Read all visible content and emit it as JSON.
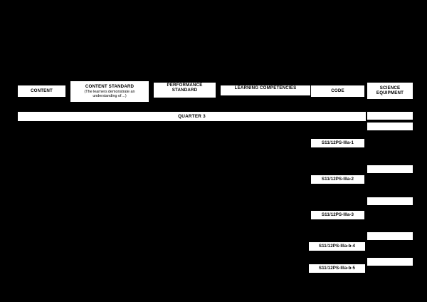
{
  "document": {
    "type": "curriculum-guide-table",
    "background_color": "#000000",
    "cell_color": "#ffffff",
    "text_color": "#000000"
  },
  "table": {
    "headers": [
      {
        "id": "content",
        "label": "CONTENT",
        "sub": ""
      },
      {
        "id": "content-standard",
        "label": "CONTENT STANDARD",
        "sub": "(The learners demonstrate an understanding of…)"
      },
      {
        "id": "performance-standard",
        "label": "PERFORMANCE STANDARD",
        "sub": ""
      },
      {
        "id": "learning-competencies",
        "label": "LEARNING COMPETENCIES",
        "sub": ""
      },
      {
        "id": "code",
        "label": "CODE",
        "sub": ""
      },
      {
        "id": "science-equipment",
        "label": "SCIENCE EQUIPMENT",
        "sub": ""
      }
    ],
    "section_row": {
      "label": "QUARTER 3"
    },
    "codes": [
      {
        "value": "S11/12PS-IIIa-1"
      },
      {
        "value": "S11/12PS-IIIa-2"
      },
      {
        "value": "S11/12PS-IIIa-3"
      },
      {
        "value": "S11/12PS-IIIa-b-4"
      },
      {
        "value": "S11/12PS-IIIa-b-5"
      }
    ],
    "science_equipment_cells": [
      {
        "value": ""
      },
      {
        "value": ""
      },
      {
        "value": ""
      },
      {
        "value": ""
      },
      {
        "value": ""
      },
      {
        "value": ""
      }
    ]
  }
}
